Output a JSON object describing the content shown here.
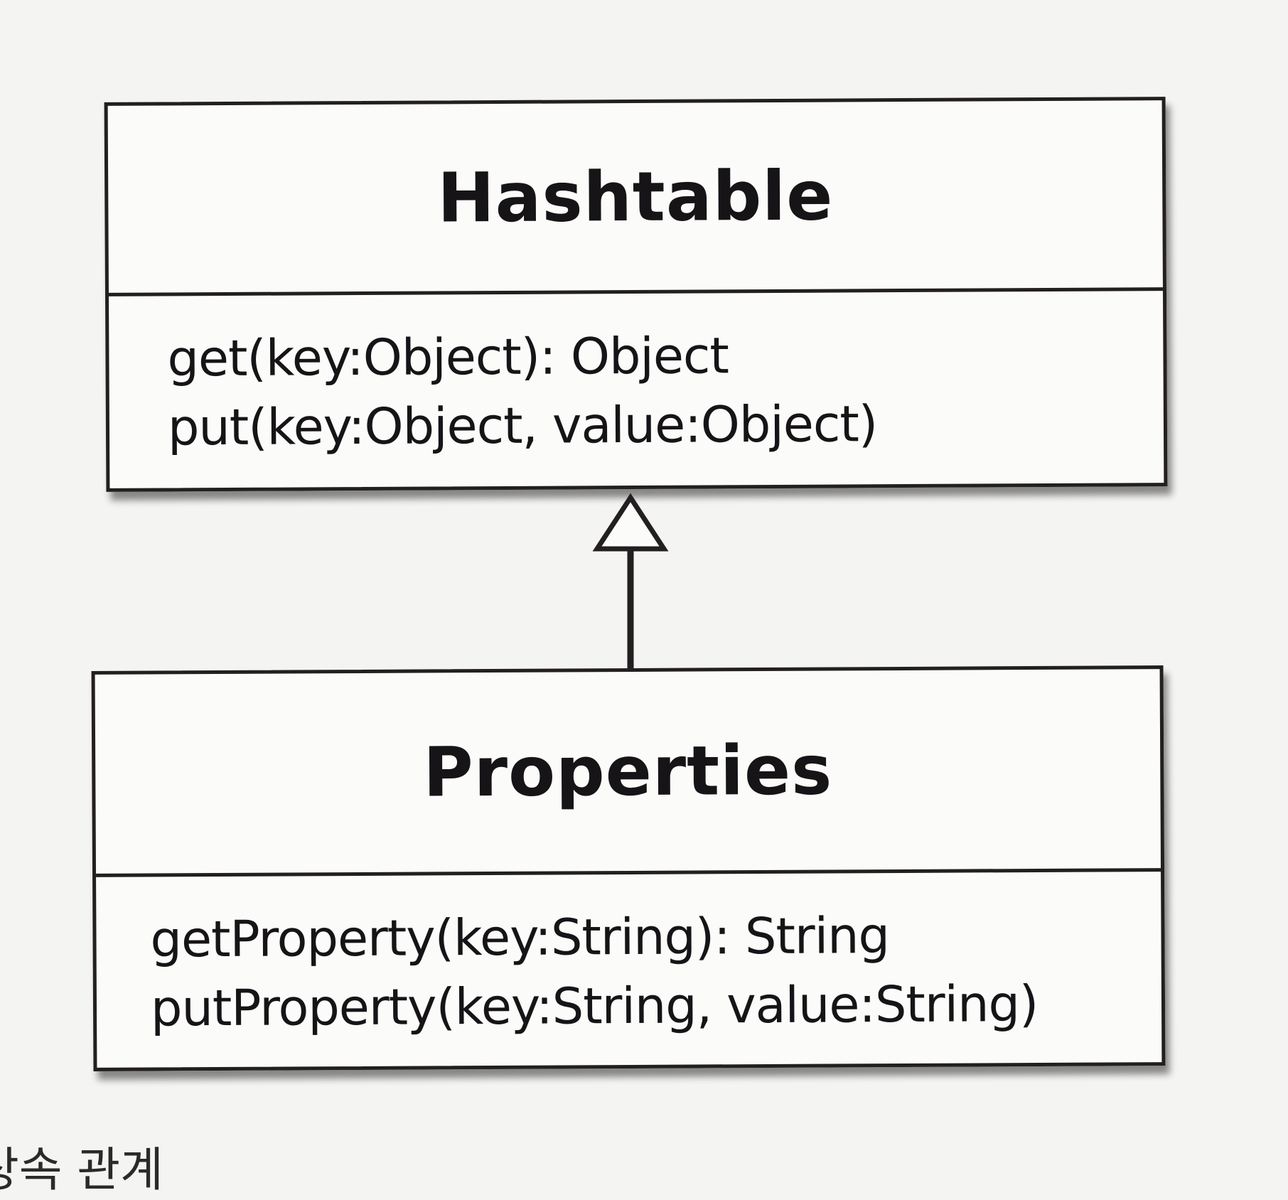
{
  "classes": [
    {
      "name": "Hashtable",
      "methods": [
        "get(key:Object): Object",
        "put(key:Object, value:Object)"
      ]
    },
    {
      "name": "Properties",
      "methods": [
        "getProperty(key:String): String",
        "putProperty(key:String, value:String)"
      ]
    }
  ],
  "relationship": {
    "type": "inheritance",
    "from": "Properties",
    "to": "Hashtable"
  },
  "caption": "상속 관계",
  "colors": {
    "line": "#231f21",
    "text": "#161416",
    "background": "#f4f4f2"
  }
}
